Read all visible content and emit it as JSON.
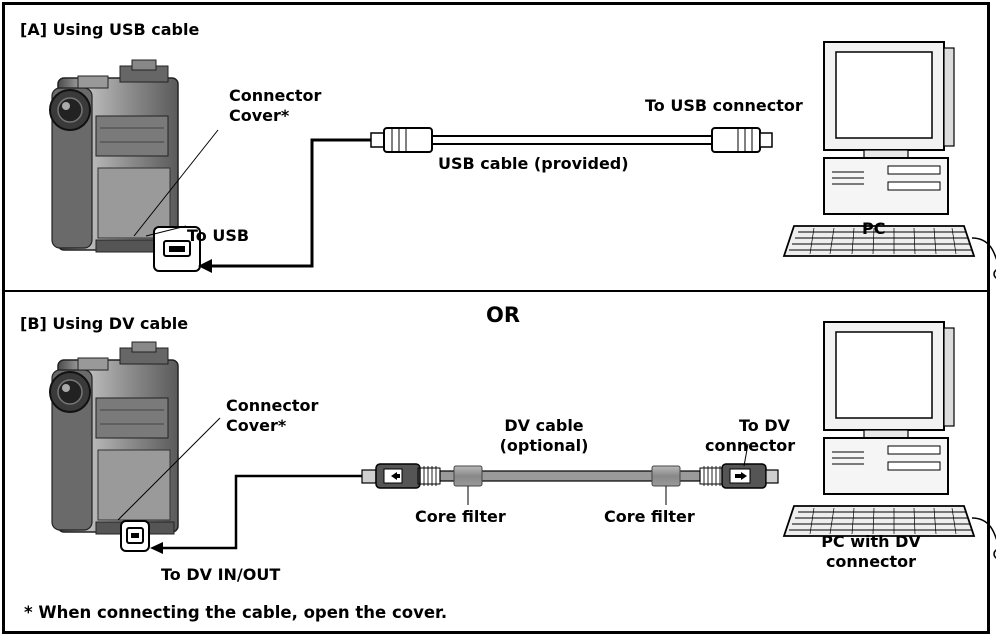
{
  "section_a": {
    "heading": "[A]  Using USB cable",
    "connector_cover": [
      "Connector",
      "Cover*"
    ],
    "to_usb": "To USB",
    "to_usb_connector": "To USB connector",
    "cable": "USB cable (provided)",
    "pc": "PC"
  },
  "or_label": "OR",
  "section_b": {
    "heading": "[B]  Using DV cable",
    "connector_cover": [
      "Connector",
      "Cover*"
    ],
    "cable": [
      "DV cable",
      "(optional)"
    ],
    "to_dv_connector": [
      "To DV",
      "connector"
    ],
    "core_filter_left": "Core filter",
    "core_filter_right": "Core filter",
    "to_dv_inout": "To DV IN/OUT",
    "pc": [
      "PC with DV",
      "connector"
    ]
  },
  "footnote": "*  When connecting the cable, open the cover."
}
